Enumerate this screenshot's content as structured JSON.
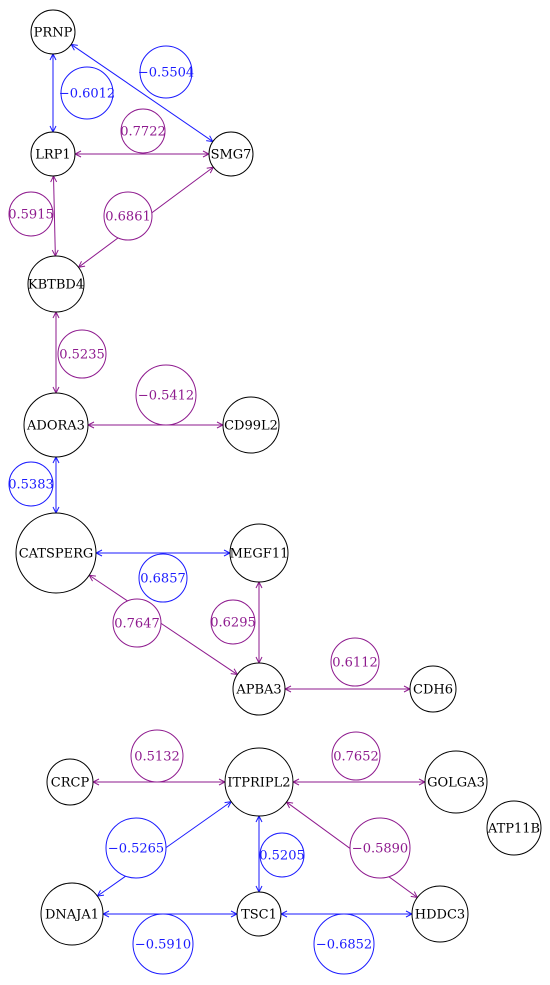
{
  "colors": {
    "node_stroke": "#000000",
    "positive": "#8e1a8e",
    "negative": "#1a1aff"
  },
  "nodes": [
    {
      "id": "PRNP",
      "label": "PRNP"
    },
    {
      "id": "LRP1",
      "label": "LRP1"
    },
    {
      "id": "SMG7",
      "label": "SMG7"
    },
    {
      "id": "KBTBD4",
      "label": "KBTBD4"
    },
    {
      "id": "ADORA3",
      "label": "ADORA3"
    },
    {
      "id": "CD99L2",
      "label": "CD99L2"
    },
    {
      "id": "CATSPERG",
      "label": "CATSPERG"
    },
    {
      "id": "MEGF11",
      "label": "MEGF11"
    },
    {
      "id": "APBA3",
      "label": "APBA3"
    },
    {
      "id": "CDH6",
      "label": "CDH6"
    },
    {
      "id": "CRCP",
      "label": "CRCP"
    },
    {
      "id": "ITPRIPL2",
      "label": "ITPRIPL2"
    },
    {
      "id": "GOLGA3",
      "label": "GOLGA3"
    },
    {
      "id": "ATP11B",
      "label": "ATP11B"
    },
    {
      "id": "DNAJA1",
      "label": "DNAJA1"
    },
    {
      "id": "TSC1",
      "label": "TSC1"
    },
    {
      "id": "HDDC3",
      "label": "HDDC3"
    }
  ],
  "edges": [
    {
      "from": "PRNP",
      "to": "LRP1",
      "weight": "−0.6012",
      "sign": "negative"
    },
    {
      "from": "PRNP",
      "to": "SMG7",
      "weight": "−0.5504",
      "sign": "negative"
    },
    {
      "from": "LRP1",
      "to": "SMG7",
      "weight": "0.7722",
      "sign": "positive"
    },
    {
      "from": "LRP1",
      "to": "KBTBD4",
      "weight": "0.5915",
      "sign": "positive"
    },
    {
      "from": "SMG7",
      "to": "KBTBD4",
      "weight": "0.6861",
      "sign": "positive"
    },
    {
      "from": "KBTBD4",
      "to": "ADORA3",
      "weight": "0.5235",
      "sign": "positive"
    },
    {
      "from": "ADORA3",
      "to": "CD99L2",
      "weight": "−0.5412",
      "sign": "positive"
    },
    {
      "from": "ADORA3",
      "to": "CATSPERG",
      "weight": "0.5383",
      "sign": "negative"
    },
    {
      "from": "CATSPERG",
      "to": "MEGF11",
      "weight": "0.6857",
      "sign": "negative"
    },
    {
      "from": "CATSPERG",
      "to": "APBA3",
      "weight": "0.7647",
      "sign": "positive"
    },
    {
      "from": "MEGF11",
      "to": "APBA3",
      "weight": "0.6295",
      "sign": "positive"
    },
    {
      "from": "APBA3",
      "to": "CDH6",
      "weight": "0.6112",
      "sign": "positive"
    },
    {
      "from": "CRCP",
      "to": "ITPRIPL2",
      "weight": "0.5132",
      "sign": "positive"
    },
    {
      "from": "ITPRIPL2",
      "to": "GOLGA3",
      "weight": "0.7652",
      "sign": "positive"
    },
    {
      "from": "ITPRIPL2",
      "to": "DNAJA1",
      "weight": "−0.5265",
      "sign": "negative"
    },
    {
      "from": "ITPRIPL2",
      "to": "TSC1",
      "weight": "0.5205",
      "sign": "negative"
    },
    {
      "from": "ITPRIPL2",
      "to": "HDDC3",
      "weight": "−0.5890",
      "sign": "positive"
    },
    {
      "from": "DNAJA1",
      "to": "TSC1",
      "weight": "−0.5910",
      "sign": "negative"
    },
    {
      "from": "TSC1",
      "to": "HDDC3",
      "weight": "−0.6852",
      "sign": "negative"
    }
  ]
}
